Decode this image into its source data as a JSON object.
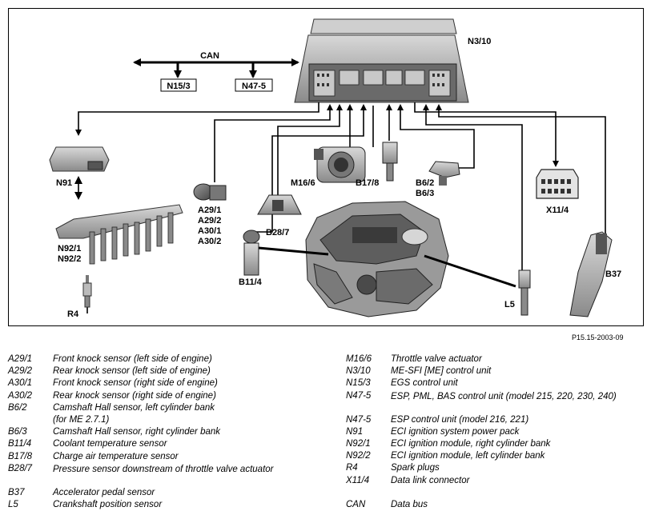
{
  "bus_label": "CAN",
  "labels": {
    "control_unit": "N3/10",
    "egs_unit": "N15/3",
    "esp_unit": "N47-5",
    "power_pack": "N91",
    "ignition_modules": [
      "N92/1",
      "N92/2"
    ],
    "spark_plugs": "R4",
    "knock_sensors": [
      "A29/1",
      "A29/2",
      "A30/1",
      "A30/2"
    ],
    "pressure_sensor": "B28/7",
    "throttle_actuator": "M16/6",
    "charge_air_sensor": "B17/8",
    "camshaft_sensors": [
      "B6/2",
      "B6/3"
    ],
    "coolant_sensor": "B11/4",
    "crankshaft_sensor": "L5",
    "data_link_connector": "X11/4",
    "pedal_sensor": "B37"
  },
  "figure_ref": "P15.15-2003-09",
  "legend_left": [
    {
      "code": "A29/1",
      "desc": "Front knock sensor (left side of engine)"
    },
    {
      "code": "A29/2",
      "desc": "Rear knock sensor (left side of engine)"
    },
    {
      "code": "A30/1",
      "desc": "Front knock sensor (right side of engine)"
    },
    {
      "code": "A30/2",
      "desc": "Rear knock sensor (right side of engine)"
    },
    {
      "code": "B6/2",
      "desc": "Camshaft Hall sensor, left cylinder bank"
    },
    {
      "code": "",
      "desc": "(for ME 2.7.1)"
    },
    {
      "code": "B6/3",
      "desc": "Camshaft Hall sensor, right cylinder bank"
    },
    {
      "code": "B11/4",
      "desc": "Coolant temperature sensor"
    },
    {
      "code": "B17/8",
      "desc": "Charge air temperature sensor"
    },
    {
      "code": "B28/7",
      "desc": "Pressure sensor downstream of throttle valve actuator"
    },
    {
      "code": "B37",
      "desc": "Accelerator pedal sensor"
    },
    {
      "code": "L5",
      "desc": "Crankshaft position sensor"
    }
  ],
  "legend_right": [
    {
      "code": "M16/6",
      "desc": "Throttle valve actuator"
    },
    {
      "code": "N3/10",
      "desc": "ME-SFI [ME] control unit"
    },
    {
      "code": "N15/3",
      "desc": "EGS control unit"
    },
    {
      "code": "N47-5",
      "desc": "ESP, PML, BAS control unit (model 215, 220, 230, 240)"
    },
    {
      "code": "N47-5",
      "desc": "ESP control unit (model 216, 221)"
    },
    {
      "code": "N91",
      "desc": "ECI ignition system power pack"
    },
    {
      "code": "N92/1",
      "desc": "ECI ignition module, right cylinder bank"
    },
    {
      "code": "N92/2",
      "desc": "ECI ignition module, left cylinder bank"
    },
    {
      "code": "R4",
      "desc": "Spark plugs"
    },
    {
      "code": "X11/4",
      "desc": "Data link connector"
    },
    {
      "code": "",
      "desc": ""
    },
    {
      "code": "CAN",
      "desc": "Data bus"
    }
  ]
}
